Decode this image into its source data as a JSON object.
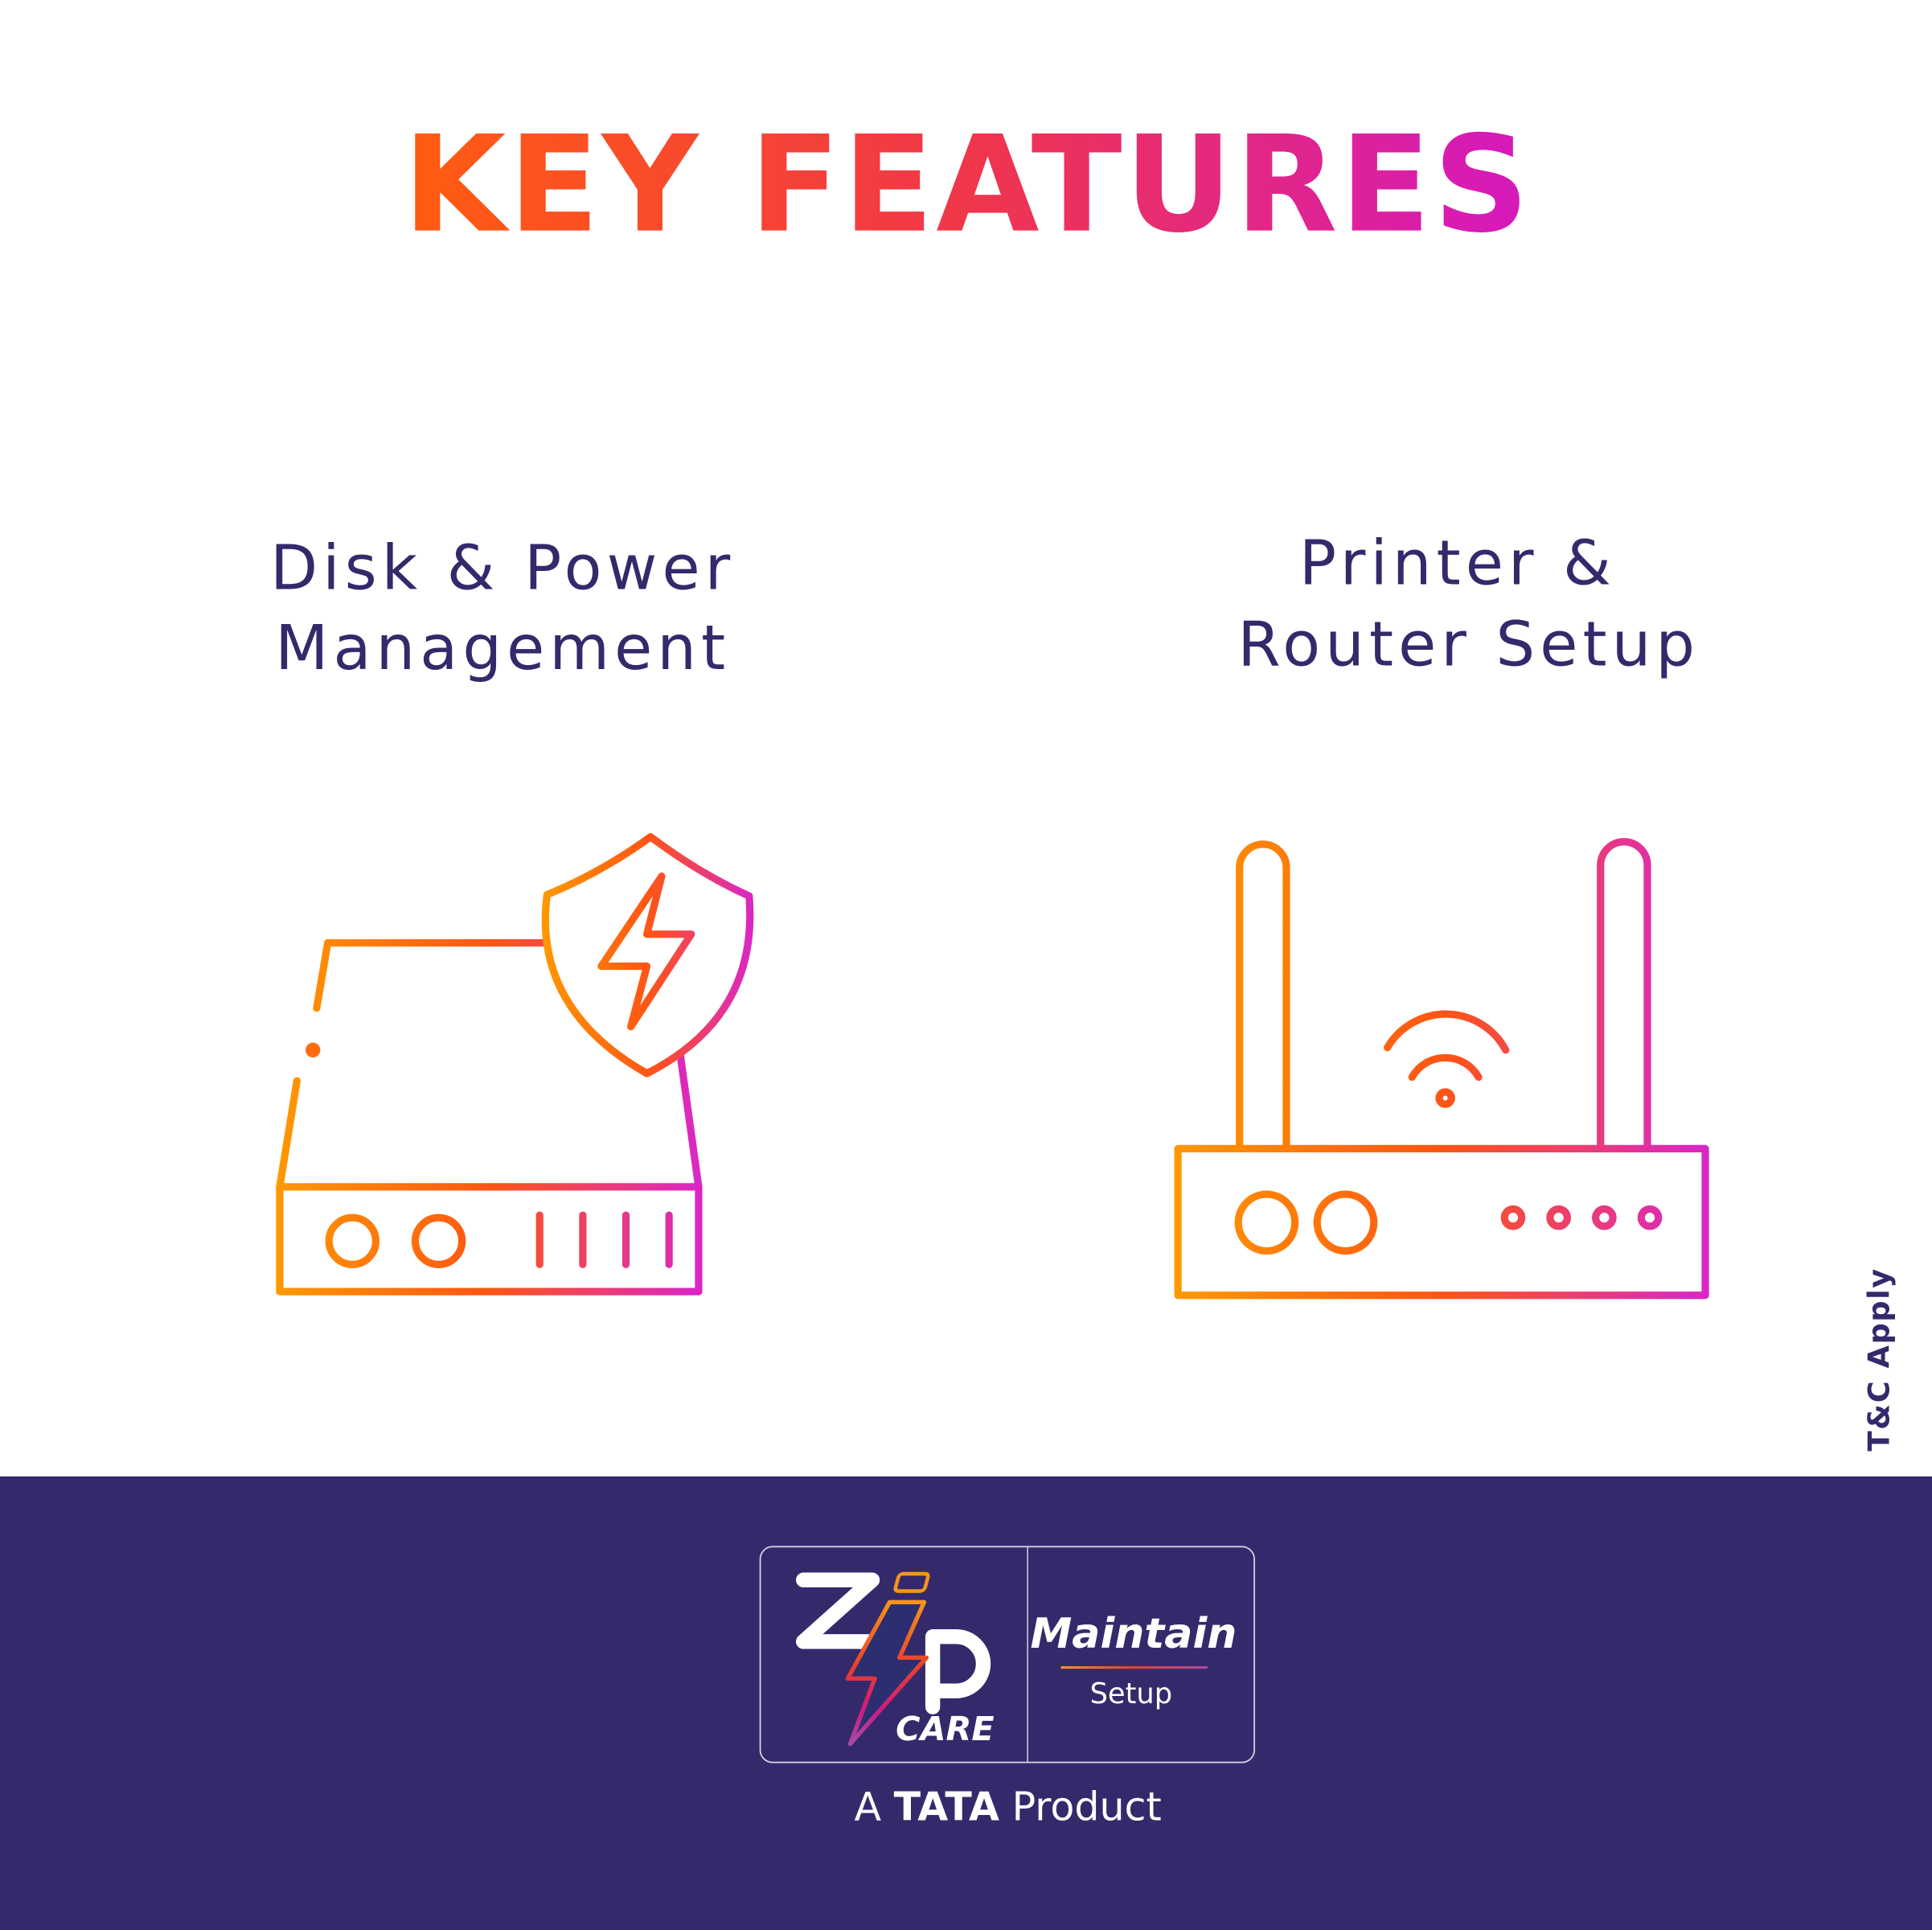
{
  "title": "KEY FEATURES",
  "features": [
    {
      "line1": "Disk & Power",
      "line2": "Management",
      "icon": "hard-drive-shield-bolt-icon"
    },
    {
      "line1": "Printer &",
      "line2": "Router Setup",
      "icon": "wifi-router-icon"
    }
  ],
  "disclaimer": "T&C Apply",
  "footer": {
    "logo_text": "ZiP CARE",
    "logo_sub": "CARE",
    "plan_name": "Maintain",
    "plan_type": "Setup",
    "tagline_a": "A",
    "tagline_brand": "TATA",
    "tagline_product": "Product"
  },
  "colors": {
    "gradient_start": "#ff9800",
    "gradient_mid": "#ff5515",
    "gradient_end": "#d926c8",
    "text_navy": "#332a6b",
    "footer_bg": "#342a6b"
  }
}
